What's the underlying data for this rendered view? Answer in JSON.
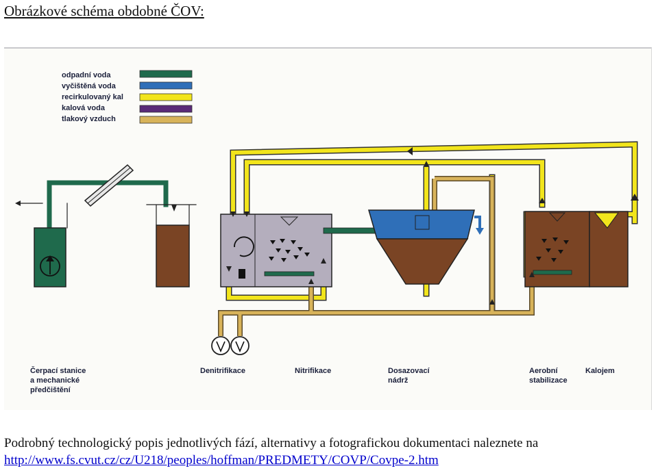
{
  "heading": "Obrázkové schéma obdobné ČOV:",
  "legend": [
    {
      "label": "odpadní voda",
      "color": "#1f6a4c"
    },
    {
      "label": "vyčištěná voda",
      "color": "#2f6fb8"
    },
    {
      "label": "recirkulovaný kal",
      "color": "#f2e51c"
    },
    {
      "label": "kalová voda",
      "color": "#5a2a78"
    },
    {
      "label": "tlakový vzduch",
      "color": "#d8b35a"
    }
  ],
  "stages": {
    "pump": [
      "Čerpací stanice",
      "a mechanické",
      "předčištění"
    ],
    "denitrification": [
      "Denitrifikace"
    ],
    "nitrification": [
      "Nitrifikace"
    ],
    "settling": [
      "Dosazovací",
      "nádrž"
    ],
    "aerobic": [
      "Aerobní",
      "stabilizace"
    ],
    "sludge": [
      "Kalojem"
    ]
  },
  "description": "Podrobný technologický popis jednotlivých fází, alternativy a fotografickou dokumentaci naleznete na",
  "link": "http://www.fs.cvut.cz/cz/U218/peoples/hoffman/PREDMETY/COVP/Covpe-2.htm"
}
